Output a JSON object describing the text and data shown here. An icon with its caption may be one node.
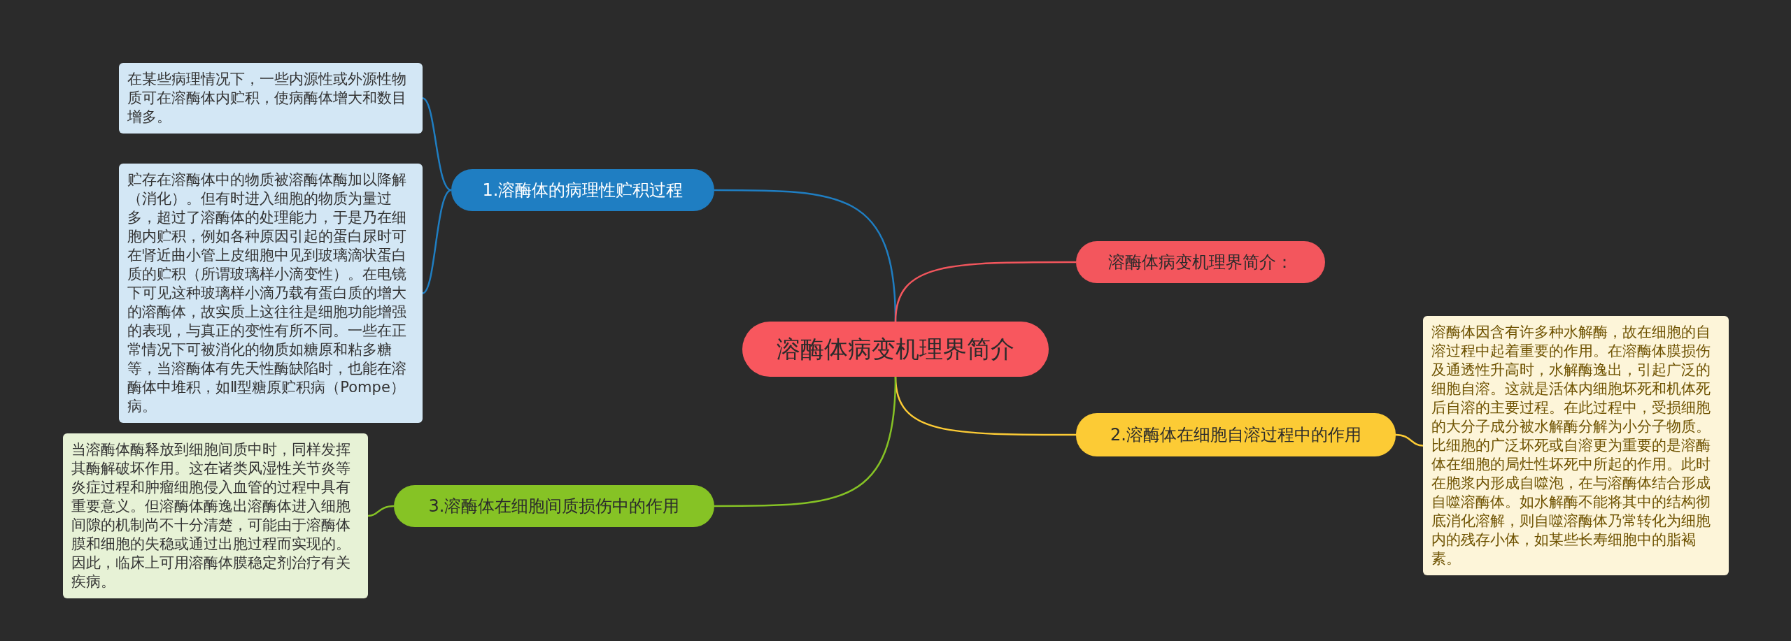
{
  "diagram": {
    "nodes": [
      {
        "text": [
          "溶酶体病变机理界简介"
        ]
      },
      {
        "text": [
          "1.溶酶体的病理性贮积过程"
        ]
      },
      {
        "text": [
          "在某些病理情况下，一些内源性或外源性物质可在溶酶体内贮积，使病酶体增大和数目增多。"
        ]
      },
      {
        "text": [
          "贮存在溶酶体中的物质被溶酶体酶加以降解（消化）。但有时进入细胞的物质为量过多，超过了溶酶体的处理能力，于是乃在细胞内贮积，例如各种原因引起的蛋白尿时可在肾近曲小管上皮细胞中见到玻璃滴状蛋白质的贮积（所谓玻璃样小滴变性）。在电镜下可见这种玻璃样小滴乃载有蛋白质的增大的溶酶体，故实质上这往往是细胞功能增强的表现，与真正的变性有所不同。一些在正常情况下可被消化的物质如糖原和粘多糖等，当溶酶体有先天性酶缺陷时，也能在溶酶体中堆积，如Ⅱ型糖原贮积病（Pompe）病。"
        ]
      },
      {
        "text": [
          "溶酶体病变机理界简介："
        ]
      },
      {
        "text": [
          "2.溶酶体在细胞自溶过程中的作用"
        ]
      },
      {
        "text": [
          "溶酶体因含有许多种水解酶，故在细胞的自溶过程中起着重要的作用。在溶酶体膜损伤及通透性升高时，水解酶逸出，引起广泛的细胞自溶。这就是活体内细胞坏死和机体死后自溶的主要过程。在此过程中，受损细胞的大分子成分被水解酶分解为小分子物质。比细胞的广泛坏死或自溶更为重要的是溶酶体在细胞的局灶性坏死中所起的作用。此时在胞浆内形成自噬泡，在与溶酶体结合形成自噬溶酶体。如水解酶不能将其中的结构彻底消化溶解，则自噬溶酶体乃常转化为细胞内的残存小体，如某些长寿细胞中的脂褐素。"
        ]
      },
      {
        "text": [
          "3.溶酶体在细胞间质损伤中的作用"
        ]
      },
      {
        "text": [
          "当溶酶体酶释放到细胞间质中时，同样发挥其酶解破坏作用。这在诸类风湿性关节炎等炎症过程和肿瘤细胞侵入血管的过程中具有重要意义。但溶酶体酶逸出溶酶体进入细胞间隙的机制尚不十分清楚，可能由于溶酶体膜和细胞的失稳或通过出胞过程而实现的。因此，临床上可用溶酶体膜稳定剂治疗有关疾病。"
        ]
      }
    ],
    "edges": [
      {
        "from": 0,
        "to": 1,
        "arrow": "none",
        "color": "#1f7ec2"
      },
      {
        "from": 1,
        "to": 2,
        "arrow": "none",
        "color": "#1f7ec2"
      },
      {
        "from": 1,
        "to": 3,
        "arrow": "none",
        "color": "#1f7ec2"
      },
      {
        "from": 0,
        "to": 4,
        "arrow": "none",
        "color": "#f3565d"
      },
      {
        "from": 0,
        "to": 5,
        "arrow": "none",
        "color": "#fccb35"
      },
      {
        "from": 5,
        "to": 6,
        "arrow": "none",
        "color": "#fccb35"
      },
      {
        "from": 0,
        "to": 7,
        "arrow": "none",
        "color": "#86c325"
      },
      {
        "from": 7,
        "to": 8,
        "arrow": "none",
        "color": "#86c325"
      }
    ]
  }
}
